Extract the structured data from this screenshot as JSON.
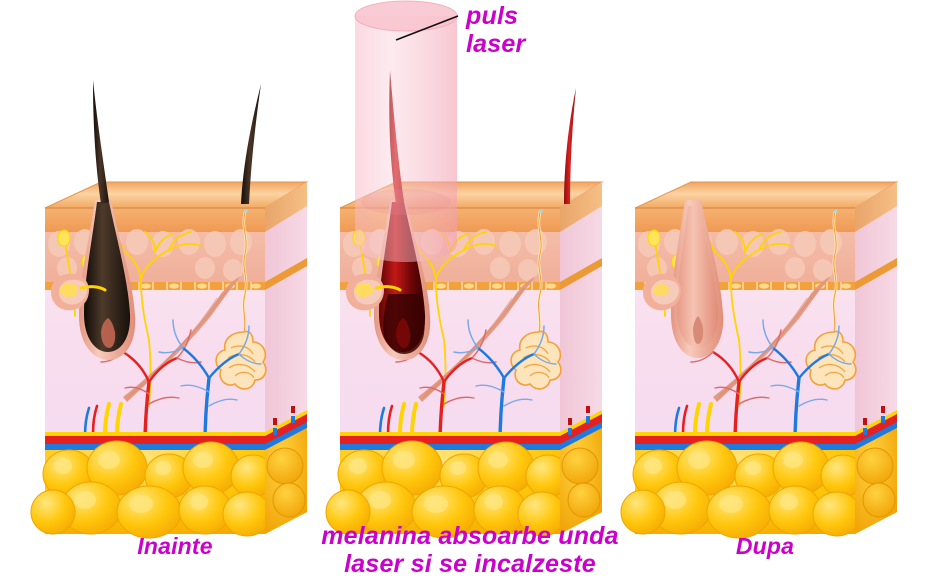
{
  "figure": {
    "title_absent": true,
    "background_color": "#ffffff",
    "label_color": "#cc00cc",
    "topic": "laser hair removal cross-section of skin"
  },
  "labels": {
    "before": "Inainte",
    "after": "Dupa",
    "center": "melanina absoarbe unda\nlaser si se incalzeste",
    "pulse": "puls\nlaser"
  },
  "panels": [
    {
      "id": "before",
      "caption": "Inainte",
      "hair_color": "#241a14",
      "follicle_color": "#2b1d15",
      "hair_count": 2,
      "laser_pulse": false
    },
    {
      "id": "during",
      "caption": "melanina absoarbe unda laser si se incalzeste",
      "hair_color": "#c01010",
      "follicle_color": "#8e0d0d",
      "hair_count": 2,
      "laser_pulse": true
    },
    {
      "id": "after",
      "caption": "Dupa",
      "hair_color": "none",
      "follicle_color": "#e79a86",
      "hair_count": 0,
      "laser_pulse": false
    }
  ],
  "anatomy": {
    "epidermis_color": "#f2a662",
    "epidermis_top_color": "#f9c894",
    "dermis_color": "#f5d9de",
    "deep_dermis_color": "#f7dff0",
    "papillary_color": "#f0b2a0",
    "fat_color": "#ffc40a",
    "fat_highlight": "#ffe066",
    "artery_color": "#e52020",
    "vein_color": "#1f7ae0",
    "nerve_color": "#ffd400",
    "muscle_color": "#e8a58c",
    "gland_color": "#f2a13c",
    "laser_color": "#f3a6b4"
  },
  "legend_items": [
    {
      "name": "hair-shaft",
      "color": "#241a14"
    },
    {
      "name": "epidermis",
      "color": "#f2a662"
    },
    {
      "name": "dermis",
      "color": "#f5d9de"
    },
    {
      "name": "sebaceous-gland",
      "color": "#f0a98f"
    },
    {
      "name": "arrector-pili-muscle",
      "color": "#e8a58c"
    },
    {
      "name": "sweat-gland",
      "color": "#f2a13c"
    },
    {
      "name": "artery",
      "color": "#e52020"
    },
    {
      "name": "vein",
      "color": "#1f7ae0"
    },
    {
      "name": "nerve",
      "color": "#ffd400"
    },
    {
      "name": "subcutaneous-fat",
      "color": "#ffc40a"
    },
    {
      "name": "laser-pulse-beam",
      "color": "#f3a6b4"
    }
  ]
}
